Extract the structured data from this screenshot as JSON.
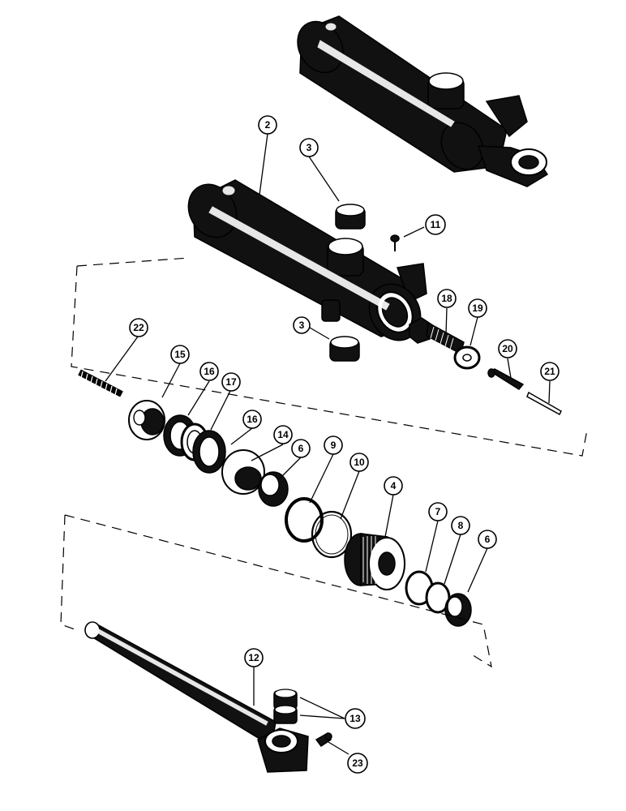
{
  "callouts": [
    {
      "id": "c2",
      "label": "2"
    },
    {
      "id": "c3a",
      "label": "3"
    },
    {
      "id": "c3b",
      "label": "3"
    },
    {
      "id": "c11",
      "label": "11"
    },
    {
      "id": "c18",
      "label": "18"
    },
    {
      "id": "c19",
      "label": "19"
    },
    {
      "id": "c20",
      "label": "20"
    },
    {
      "id": "c21",
      "label": "21"
    },
    {
      "id": "c22",
      "label": "22"
    },
    {
      "id": "c15",
      "label": "15"
    },
    {
      "id": "c16a",
      "label": "16"
    },
    {
      "id": "c17",
      "label": "17"
    },
    {
      "id": "c16b",
      "label": "16"
    },
    {
      "id": "c14",
      "label": "14"
    },
    {
      "id": "c6a",
      "label": "6"
    },
    {
      "id": "c9",
      "label": "9"
    },
    {
      "id": "c10",
      "label": "10"
    },
    {
      "id": "c4",
      "label": "4"
    },
    {
      "id": "c7",
      "label": "7"
    },
    {
      "id": "c8",
      "label": "8"
    },
    {
      "id": "c6b",
      "label": "6"
    },
    {
      "id": "c12",
      "label": "12"
    },
    {
      "id": "c13",
      "label": "13"
    },
    {
      "id": "c23",
      "label": "23"
    }
  ]
}
